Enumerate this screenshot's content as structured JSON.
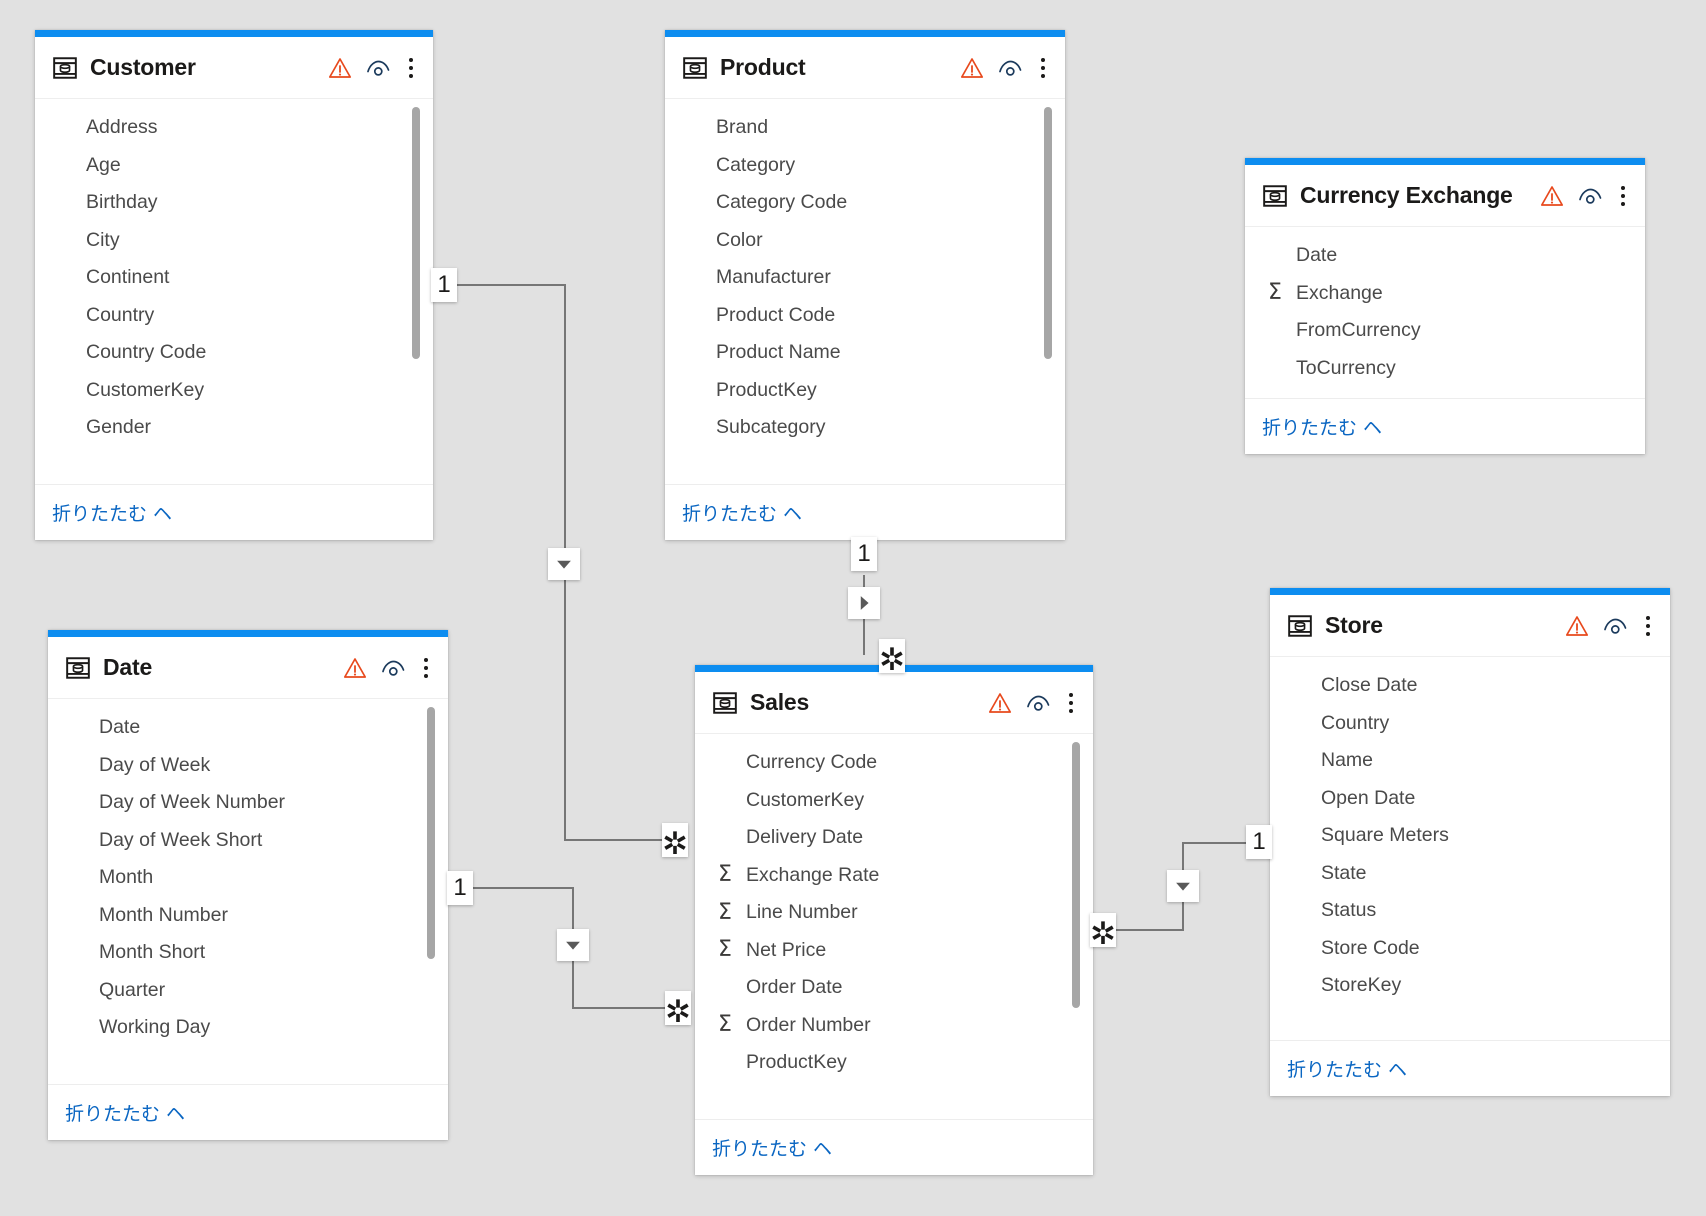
{
  "canvas": {
    "background": "#e1e1e1",
    "accent": "#0d8df0",
    "link_color": "#0a66c2",
    "warning_color": "#e8491d",
    "line_color": "#767676"
  },
  "labels": {
    "collapse": "折りたたむ ヘ",
    "cardinality_one": "1",
    "cardinality_many": "✲"
  },
  "icons": {
    "table": "table-icon",
    "warning": "warning-icon",
    "hidden": "hidden-eye-icon",
    "kebab": "more-options-icon",
    "sigma": "Σ"
  },
  "tables": [
    {
      "id": "customer",
      "name": "Customer",
      "has_scrollbar": true,
      "fields": [
        {
          "name": "Address",
          "aggregate": false
        },
        {
          "name": "Age",
          "aggregate": false
        },
        {
          "name": "Birthday",
          "aggregate": false
        },
        {
          "name": "City",
          "aggregate": false
        },
        {
          "name": "Continent",
          "aggregate": false
        },
        {
          "name": "Country",
          "aggregate": false
        },
        {
          "name": "Country Code",
          "aggregate": false
        },
        {
          "name": "CustomerKey",
          "aggregate": false
        },
        {
          "name": "Gender",
          "aggregate": false
        }
      ]
    },
    {
      "id": "product",
      "name": "Product",
      "has_scrollbar": true,
      "fields": [
        {
          "name": "Brand",
          "aggregate": false
        },
        {
          "name": "Category",
          "aggregate": false
        },
        {
          "name": "Category Code",
          "aggregate": false
        },
        {
          "name": "Color",
          "aggregate": false
        },
        {
          "name": "Manufacturer",
          "aggregate": false
        },
        {
          "name": "Product Code",
          "aggregate": false
        },
        {
          "name": "Product Name",
          "aggregate": false
        },
        {
          "name": "ProductKey",
          "aggregate": false
        },
        {
          "name": "Subcategory",
          "aggregate": false
        }
      ]
    },
    {
      "id": "currency-exchange",
      "name": "Currency Exchange",
      "has_scrollbar": false,
      "fields": [
        {
          "name": "Date",
          "aggregate": false
        },
        {
          "name": "Exchange",
          "aggregate": true
        },
        {
          "name": "FromCurrency",
          "aggregate": false
        },
        {
          "name": "ToCurrency",
          "aggregate": false
        }
      ]
    },
    {
      "id": "date",
      "name": "Date",
      "has_scrollbar": true,
      "fields": [
        {
          "name": "Date",
          "aggregate": false
        },
        {
          "name": "Day of Week",
          "aggregate": false
        },
        {
          "name": "Day of Week Number",
          "aggregate": false
        },
        {
          "name": "Day of Week Short",
          "aggregate": false
        },
        {
          "name": "Month",
          "aggregate": false
        },
        {
          "name": "Month Number",
          "aggregate": false
        },
        {
          "name": "Month Short",
          "aggregate": false
        },
        {
          "name": "Quarter",
          "aggregate": false
        },
        {
          "name": "Working Day",
          "aggregate": false
        }
      ]
    },
    {
      "id": "sales",
      "name": "Sales",
      "has_scrollbar": true,
      "fields": [
        {
          "name": "Currency Code",
          "aggregate": false
        },
        {
          "name": "CustomerKey",
          "aggregate": false
        },
        {
          "name": "Delivery Date",
          "aggregate": false
        },
        {
          "name": "Exchange Rate",
          "aggregate": true
        },
        {
          "name": "Line Number",
          "aggregate": true
        },
        {
          "name": "Net Price",
          "aggregate": true
        },
        {
          "name": "Order Date",
          "aggregate": false
        },
        {
          "name": "Order Number",
          "aggregate": true
        },
        {
          "name": "ProductKey",
          "aggregate": false
        }
      ]
    },
    {
      "id": "store",
      "name": "Store",
      "has_scrollbar": false,
      "fields": [
        {
          "name": "Close Date",
          "aggregate": false
        },
        {
          "name": "Country",
          "aggregate": false
        },
        {
          "name": "Name",
          "aggregate": false
        },
        {
          "name": "Open Date",
          "aggregate": false
        },
        {
          "name": "Square Meters",
          "aggregate": false
        },
        {
          "name": "State",
          "aggregate": false
        },
        {
          "name": "Status",
          "aggregate": false
        },
        {
          "name": "Store Code",
          "aggregate": false
        },
        {
          "name": "StoreKey",
          "aggregate": false
        }
      ]
    }
  ],
  "relationships": [
    {
      "id": "customer-sales",
      "from": "Customer",
      "to": "Sales",
      "from_cardinality": "1",
      "to_cardinality": "✲",
      "direction": "single"
    },
    {
      "id": "date-sales",
      "from": "Date",
      "to": "Sales",
      "from_cardinality": "1",
      "to_cardinality": "✲",
      "direction": "single"
    },
    {
      "id": "product-sales",
      "from": "Product",
      "to": "Sales",
      "from_cardinality": "1",
      "to_cardinality": "✲",
      "direction": "single"
    },
    {
      "id": "store-sales",
      "from": "Store",
      "to": "Sales",
      "from_cardinality": "1",
      "to_cardinality": "✲",
      "direction": "single"
    }
  ]
}
